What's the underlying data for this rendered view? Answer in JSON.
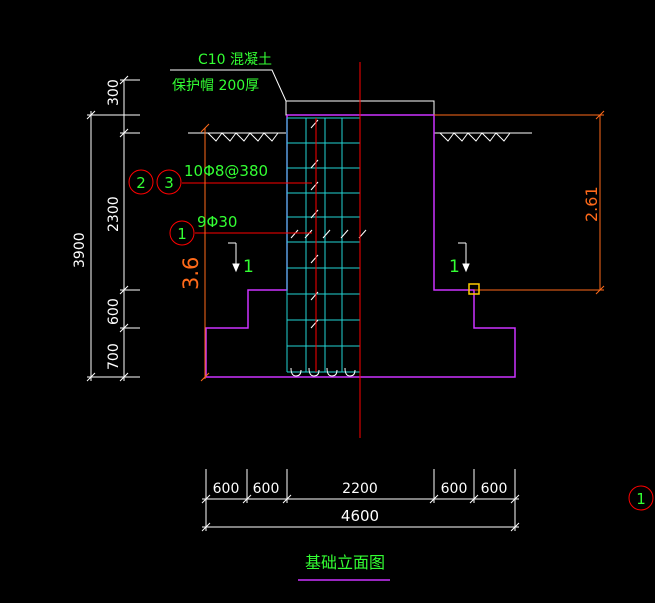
{
  "colors": {
    "background": "#000000",
    "white": "#ffffff",
    "green": "#33ff33",
    "red": "#ff0000",
    "orange": "#ff6a1a",
    "magenta": "#cc33ff",
    "cyan": "#22d3d3",
    "yellow": "#ffcc00"
  },
  "labels": {
    "concrete_grade": "C10 混凝土",
    "cap_note": "保护帽 200厚",
    "rebar_1": "10Φ8@380",
    "rebar_2": "9Φ30",
    "section_mark": "1",
    "bubble_2": "2",
    "bubble_3": "3",
    "bubble_1": "1",
    "depth_left": "3.6",
    "depth_right": "2.61",
    "title": "基础立面图"
  },
  "vertical_dims": {
    "total": "3900",
    "segments": [
      "300",
      "2300",
      "600",
      "700"
    ]
  },
  "horizontal_dims": {
    "total": "4600",
    "segments": [
      "600",
      "600",
      "2200",
      "600",
      "600"
    ]
  }
}
